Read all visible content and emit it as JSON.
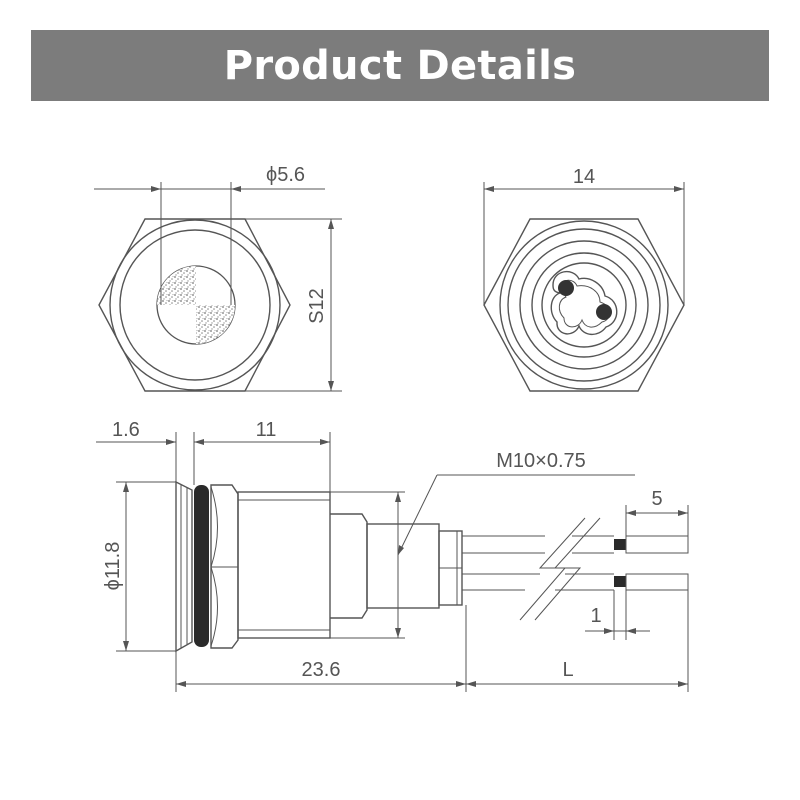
{
  "header": {
    "title": "Product Details"
  },
  "dimensions": {
    "lens_diameter": "ϕ5.6",
    "back_width": "14",
    "hex_size": "S12",
    "flange_thickness": "1.6",
    "body_length": "11",
    "thread_spec": "M10×0.75",
    "lead_strip": "5",
    "head_diameter": "ϕ11.8",
    "lead_gap": "1",
    "total_length": "23.6",
    "lead_length": "L"
  },
  "colors": {
    "header_bg": "#7c7c7c",
    "header_text": "#ffffff",
    "line": "#555555"
  }
}
